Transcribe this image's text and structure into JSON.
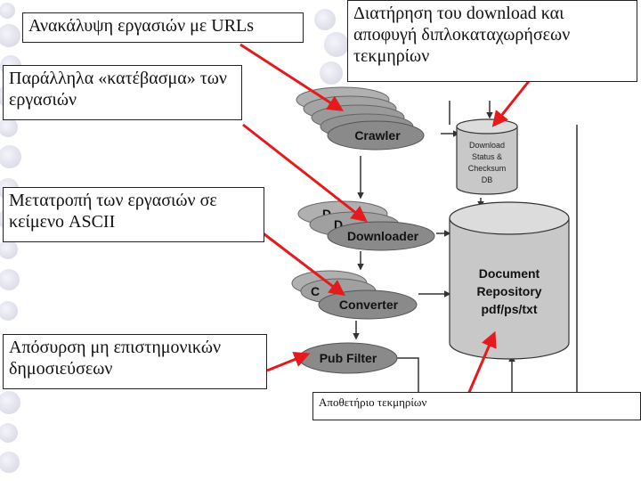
{
  "callouts": {
    "discover": "Ανακάλυψη εργασιών με URLs",
    "download_parallel": "Παράλληλα «κατέβασμα» των εργασιών",
    "convert": "Μετατροπή των εργασιών σε κείμενο ASCII",
    "filter": "Απόσυρση μη επιστημονικών δημοσιεύσεων",
    "maintain": "Διατήρηση του download και αποφυγή διπλοκαταχωρήσεων τεκμηρίων",
    "repository": "Αποθετήριο τεκμηρίων"
  },
  "nodes": {
    "crawler": "Crawler",
    "downloader": "Downloader",
    "converter": "Converter",
    "pub_filter": "Pub Filter",
    "stack_letter_d": "D",
    "stack_letter_c": "C",
    "status_db": [
      "Download",
      "Status &",
      "Checksum",
      "DB"
    ],
    "repository": [
      "Document",
      "Repository",
      "pdf/ps/txt"
    ]
  },
  "colors": {
    "node_fill": "#8a8a8a",
    "node_stack_fill": "#b0b0b0",
    "cylinder_fill": "#c8c8c8",
    "arrow_red": "#e41a1c",
    "connector_dark": "#333333",
    "left_bubble": "#e4e4f0"
  }
}
